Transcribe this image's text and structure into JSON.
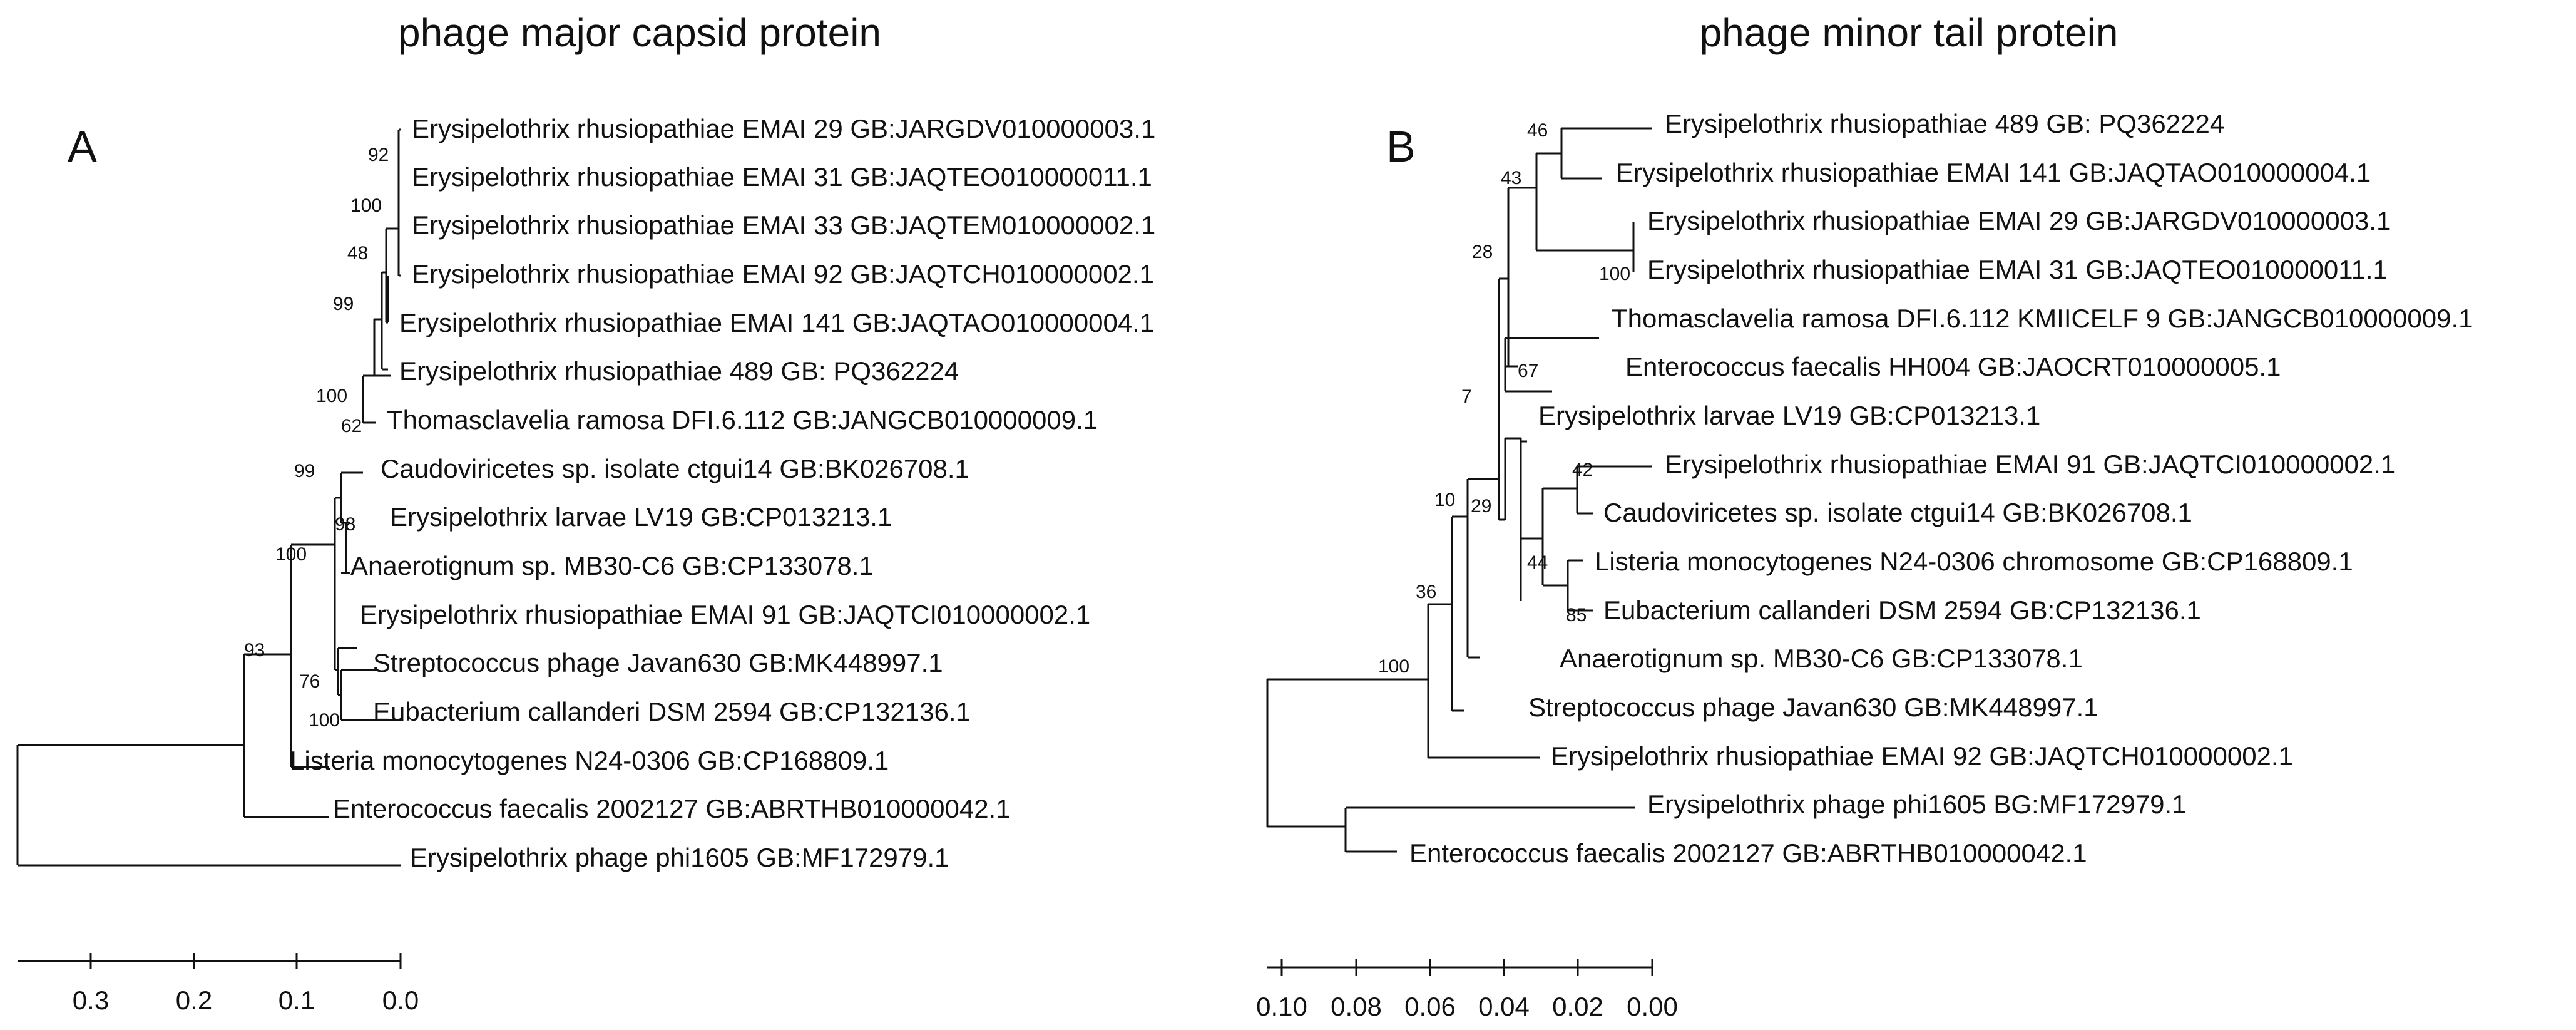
{
  "panel_a": {
    "title": "phage major capsid protein",
    "letter": "A",
    "leaves": [
      "Erysipelothrix rhusiopathiae EMAI 29 GB:JARGDV010000003.1",
      "Erysipelothrix rhusiopathiae EMAI 31 GB:JAQTEO010000011.1",
      "Erysipelothrix rhusiopathiae EMAI 33 GB:JAQTEM010000002.1",
      "Erysipelothrix rhusiopathiae EMAI 92 GB:JAQTCH010000002.1",
      "Erysipelothrix rhusiopathiae EMAI 141 GB:JAQTAO010000004.1",
      "Erysipelothrix rhusiopathiae 489 GB: PQ362224",
      "Thomasclavelia ramosa DFI.6.112 GB:JANGCB010000009.1",
      "Caudoviricetes sp. isolate ctgui14 GB:BK026708.1",
      "Erysipelothrix larvae LV19 GB:CP013213.1",
      "Anaerotignum sp. MB30-C6 GB:CP133078.1",
      "Erysipelothrix rhusiopathiae EMAI 91 GB:JAQTCI010000002.1",
      "Streptococcus phage Javan630 GB:MK448997.1",
      "Eubacterium callanderi DSM 2594 GB:CP132136.1",
      "Listeria monocytogenes N24-0306 GB:CP168809.1",
      "Enterococcus faecalis 2002127 GB:ABRTHB010000042.1",
      "Erysipelothrix phage phi1605 GB:MF172979.1"
    ],
    "bootstrap": [
      "92",
      "100",
      "48",
      "99",
      "100",
      "62",
      "99",
      "98",
      "100",
      "93",
      "76",
      "100"
    ],
    "scale_ticks": [
      "0.3",
      "0.2",
      "0.1",
      "0.0"
    ]
  },
  "panel_b": {
    "title": "phage minor tail protein",
    "letter": "B",
    "leaves": [
      "Erysipelothrix rhusiopathiae 489 GB: PQ362224",
      "Erysipelothrix rhusiopathiae EMAI 141 GB:JAQTAO010000004.1",
      "Erysipelothrix rhusiopathiae EMAI 29 GB:JARGDV010000003.1",
      "Erysipelothrix rhusiopathiae EMAI 31 GB:JAQTEO010000011.1",
      "Thomasclavelia ramosa DFI.6.112 KMIICELF 9 GB:JANGCB010000009.1",
      "Enterococcus faecalis HH004 GB:JAOCRT010000005.1",
      "Erysipelothrix larvae LV19 GB:CP013213.1",
      "Erysipelothrix rhusiopathiae EMAI 91 GB:JAQTCI010000002.1",
      "Caudoviricetes sp. isolate ctgui14 GB:BK026708.1",
      "Listeria monocytogenes N24-0306 chromosome GB:CP168809.1",
      "Eubacterium callanderi DSM 2594 GB:CP132136.1",
      "Anaerotignum sp. MB30-C6 GB:CP133078.1",
      "Streptococcus phage Javan630 GB:MK448997.1",
      "Erysipelothrix rhusiopathiae EMAI 92 GB:JAQTCH010000002.1",
      "Erysipelothrix phage phi1605 BG:MF172979.1",
      "Enterococcus faecalis 2002127 GB:ABRTHB010000042.1"
    ],
    "bootstrap": [
      "46",
      "43",
      "100",
      "28",
      "67",
      "7",
      "42",
      "29",
      "10",
      "44",
      "85",
      "36",
      "100"
    ],
    "scale_ticks": [
      "0.10",
      "0.08",
      "0.06",
      "0.04",
      "0.02",
      "0.00"
    ]
  }
}
